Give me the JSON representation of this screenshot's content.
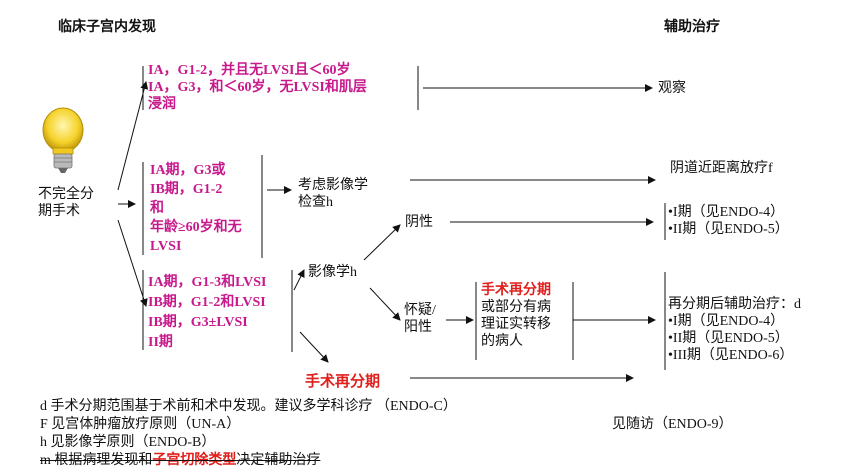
{
  "headers": {
    "left": "临床子宫内发现",
    "right": "辅助治疗"
  },
  "start": [
    "不完全分",
    "期手术"
  ],
  "group1": {
    "line1": "IA，G1-2，并且无LVSI且＜60岁",
    "line2": "IA，G3，和＜60岁，无LVSI和肌层",
    "line3": "浸润",
    "outcome": "观察"
  },
  "group2": {
    "lines": [
      "IA期，G3或",
      "IB期，G1-2",
      "和",
      "年龄≥60岁和无",
      "LVSI"
    ],
    "step": [
      "考虑影像学",
      "检查h"
    ],
    "outcome": "阴道近距离放疗f"
  },
  "group3": {
    "lines": [
      "IA期，G1-3和LVSI",
      "IB期，G1-2和LVSI",
      "IB期，G3±LVSI",
      "II期"
    ],
    "imaging": "影像学h"
  },
  "negative": {
    "label": "阴性",
    "outcomes": [
      "•I期（见ENDO-4）",
      "•II期（见ENDO-5）"
    ]
  },
  "suspicious": {
    "label": [
      "怀疑/",
      "阳性"
    ],
    "box_red": "手术再分期",
    "box_rest": [
      "或部分有病",
      "理证实转移",
      "的病人"
    ]
  },
  "restage_out": {
    "title": "再分期后辅助治疗：d",
    "items": [
      "•I期（见ENDO-4）",
      "•II期（见ENDO-5）",
      "•III期（见ENDO-6）"
    ]
  },
  "surgery_restage": "手术再分期",
  "followup": "见随访（ENDO-9）",
  "footnotes": [
    "d 手术分期范围基于术前和术中发现。建议多学科诊疗 （ENDO-C）",
    "F 见宫体肿瘤放疗原则（UN-A）",
    "h 见影像学原则（ENDO-B）"
  ],
  "footnote_m": {
    "pre": "m 根据病理发现和",
    "red": "子宫切除类型",
    "post": "决定辅助治疗"
  }
}
